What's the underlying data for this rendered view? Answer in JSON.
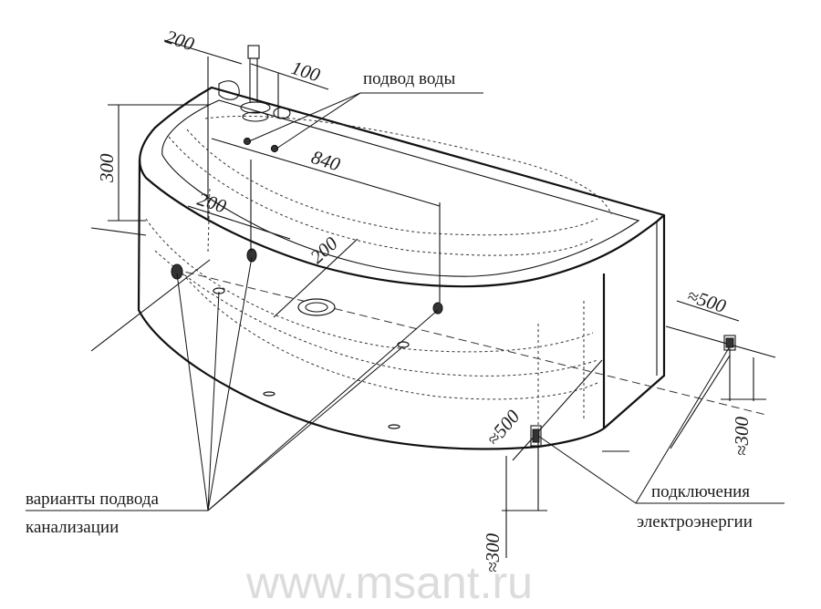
{
  "labels": {
    "water_supply": "подвод воды",
    "drain_variants_line1": "варианты подвода",
    "drain_variants_line2": "канализации",
    "power_line1": "подключения",
    "power_line2": "электроэнергии"
  },
  "dimensions": {
    "d200_top": "200",
    "d100": "100",
    "d300_left": "300",
    "d840": "840",
    "d200_mid": "200",
    "d200_lower": "200",
    "d500_right": "≈500",
    "d300_right": "≈300",
    "d500_bottom": "≈500",
    "d300_bottom": "≈300"
  },
  "watermark": "www.msant.ru",
  "colors": {
    "line": "#111111",
    "watermark": "#dcdcdc",
    "background": "#ffffff"
  }
}
